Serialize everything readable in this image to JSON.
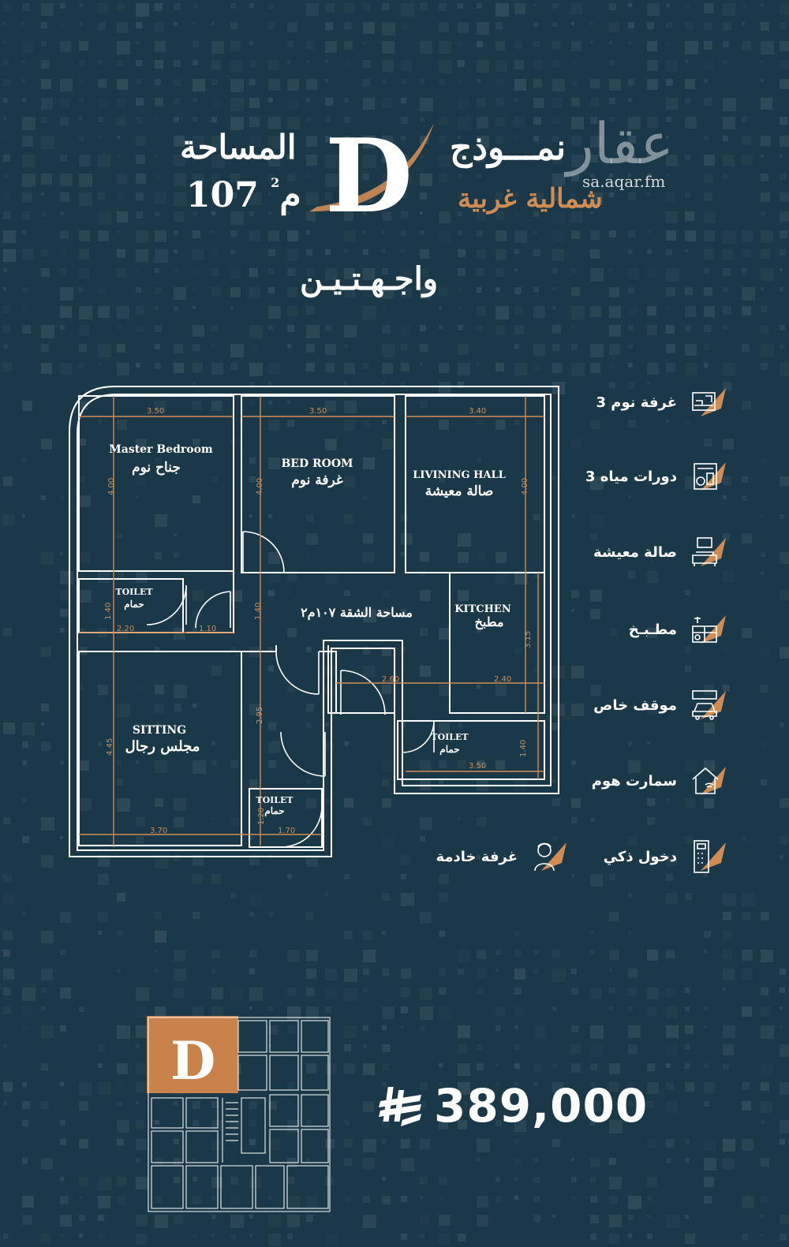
{
  "header": {
    "model_word": "نمـــوذج",
    "model_letter": "D",
    "orientation": "شمالية غربية",
    "area_label": "المساحة",
    "area_value": "107 م",
    "area_unit_sup": "2",
    "facades": "واجـهـتـيـن"
  },
  "watermark": {
    "brand": "عقار",
    "url": "sa.aqar.fm"
  },
  "floor_plan": {
    "rooms": {
      "master_en": "Master Bedroom",
      "master_ar": "جناح نوم",
      "bed_en": "BED ROOM",
      "bed_ar": "غرفة نوم",
      "living_en": "LIVINING HALL",
      "living_ar": "صالة معيشة",
      "kitchen_en": "KITCHEN",
      "kitchen_ar": "مطبخ",
      "sitting_en": "SITTING",
      "sitting_ar": "مجلس رجال",
      "toilet_en": "TOILET",
      "toilet_ar": "حمام",
      "apt_area": "مساحة الشقة ١٠٧م٢"
    },
    "dims": {
      "d350a": "3.50",
      "d350b": "3.50",
      "d340": "3.40",
      "d400a": "4.00",
      "d400b": "4.00",
      "d400c": "4.00",
      "d140a": "1.40",
      "d140b": "1.40",
      "d140c": "1.40",
      "d220": "2.20",
      "d110": "1.10",
      "d295": "2.95",
      "d445": "4.45",
      "d260": "2.60",
      "d240": "2.40",
      "d315": "3.15",
      "d350c": "3.50",
      "d370": "3.70",
      "d170": "1.70",
      "d120": "1.20"
    }
  },
  "features": [
    {
      "label": "3 غرفة نوم",
      "icon": "bedroom-icon"
    },
    {
      "label": "3 دورات مياه",
      "icon": "bathroom-icon"
    },
    {
      "label": "صالة معيشة",
      "icon": "living-room-icon"
    },
    {
      "label": "مطـبـخ",
      "icon": "kitchen-icon"
    },
    {
      "label": "موقف خاص",
      "icon": "parking-icon"
    },
    {
      "label": "سمارت هوم",
      "icon": "smart-home-icon"
    },
    {
      "label": "دخول ذكي",
      "icon": "smart-entry-icon"
    },
    {
      "label": "غرفة خادمة",
      "icon": "maid-room-icon"
    }
  ],
  "price": {
    "value": "389,000",
    "currency_icon": "riyal-icon"
  },
  "keyplan": {
    "letter": "D"
  },
  "colors": {
    "background": "#1b3848",
    "accent": "#cf8c55",
    "line": "#ffffff"
  }
}
